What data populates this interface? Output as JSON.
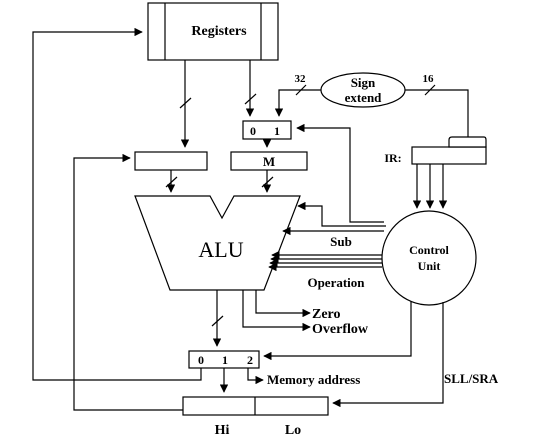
{
  "labels": {
    "registers": "Registers",
    "sign_extend_line1": "Sign",
    "sign_extend_line2": "extend",
    "width_32": "32",
    "width_16": "16",
    "ir": "IR:",
    "mux_m": "M",
    "mux_top_0": "0",
    "mux_top_1": "1",
    "alu": "ALU",
    "sub": "Sub",
    "operation": "Operation",
    "control_line1": "Control",
    "control_line2": "Unit",
    "zero": "Zero",
    "overflow": "Overflow",
    "mux_bot_0": "0",
    "mux_bot_1": "1",
    "mux_bot_2": "2",
    "memory_address": "Memory address",
    "sll_sra": "SLL/SRA",
    "hi": "Hi",
    "lo": "Lo"
  }
}
